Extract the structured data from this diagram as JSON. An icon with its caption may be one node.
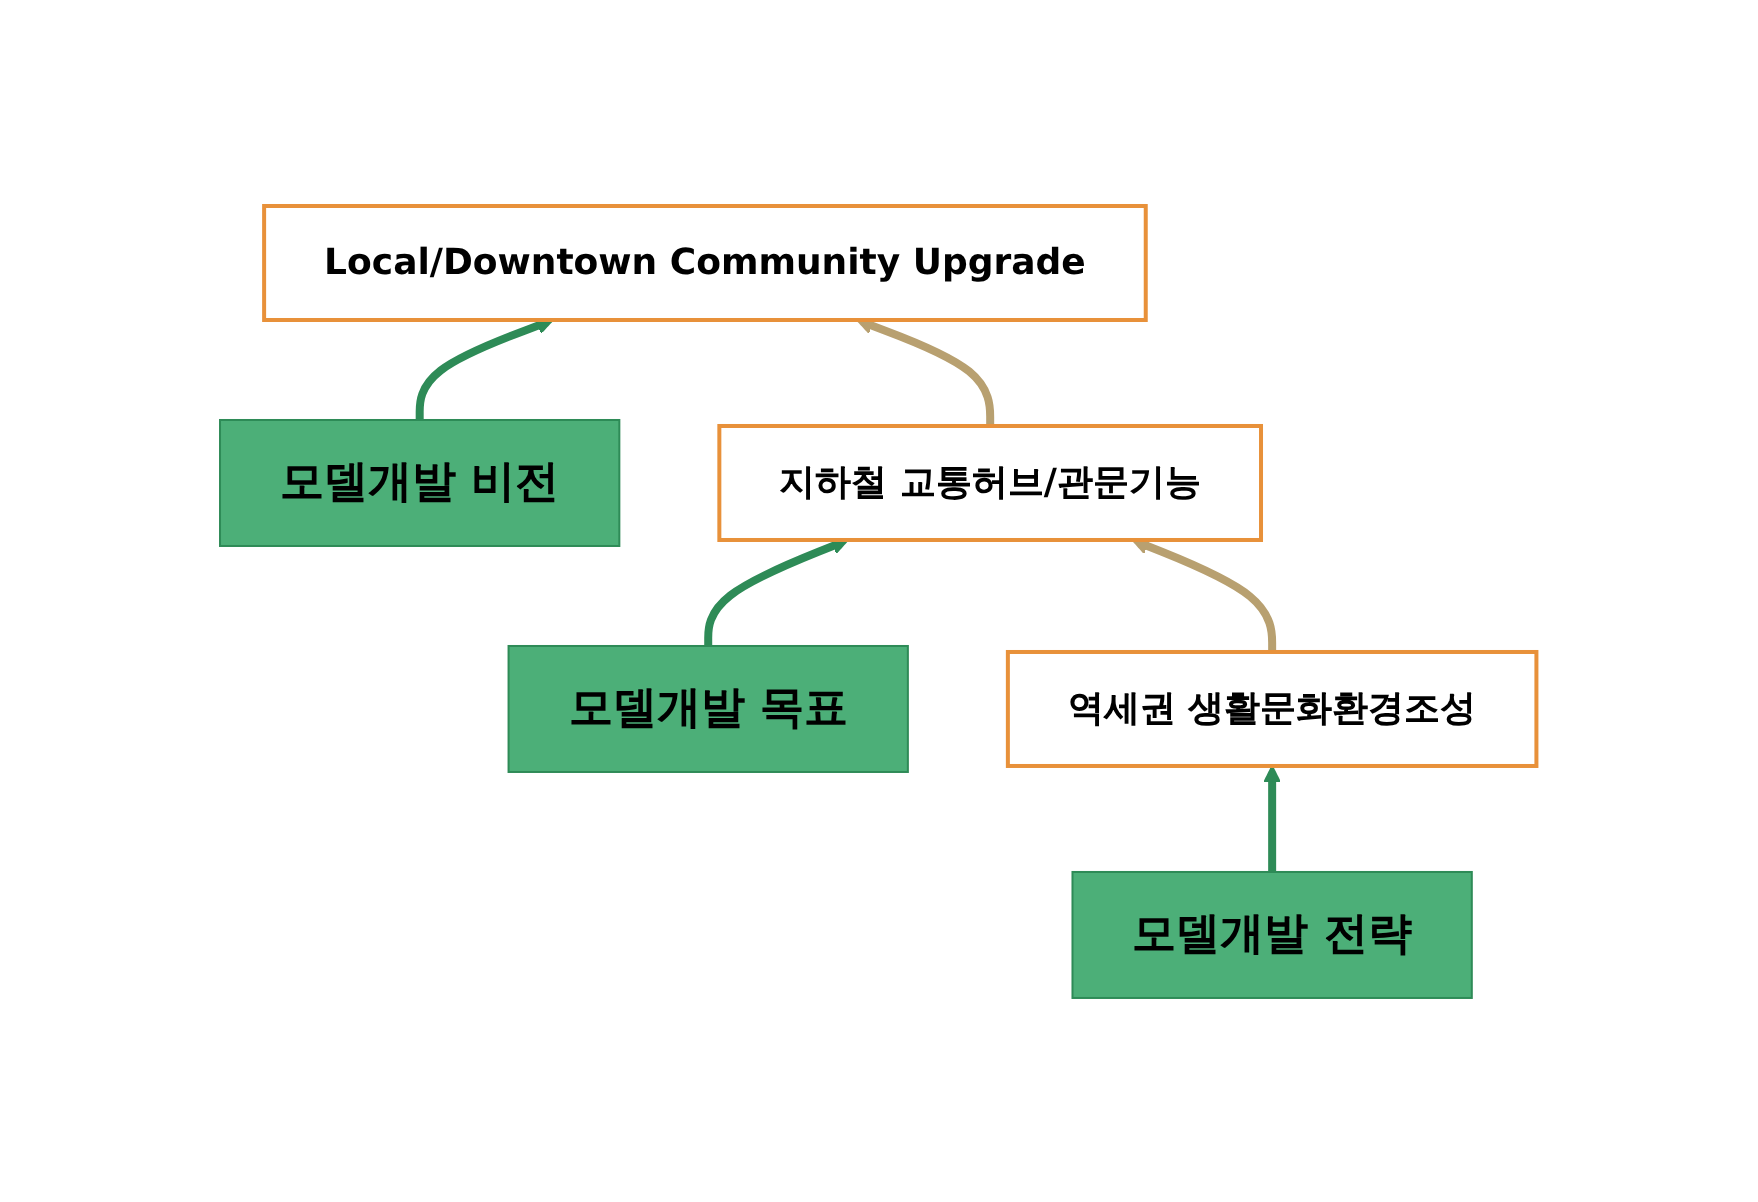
{
  "diagram": {
    "nodes": [
      {
        "text": [
          "모델개발 비전"
        ]
      },
      {
        "text": [
          "Local/Downtown Community Upgrade"
        ]
      },
      {
        "text": [
          "모델개발 목표"
        ]
      },
      {
        "text": [
          "지하철 교통허브/관문기능"
        ]
      },
      {
        "text": [
          "모델개발 전략"
        ]
      },
      {
        "text": [
          "역세권 생활문화환경조성"
        ]
      }
    ],
    "edges": [
      {
        "from": 0,
        "to": 1,
        "arrow": "to"
      },
      {
        "from": 2,
        "to": 3,
        "arrow": "to"
      },
      {
        "from": 4,
        "to": 5,
        "arrow": "to"
      },
      {
        "from": 5,
        "to": 3,
        "arrow": "to",
        "color": "#b8a070"
      },
      {
        "from": 3,
        "to": 1,
        "arrow": "to",
        "color": "#b8a070"
      }
    ]
  }
}
